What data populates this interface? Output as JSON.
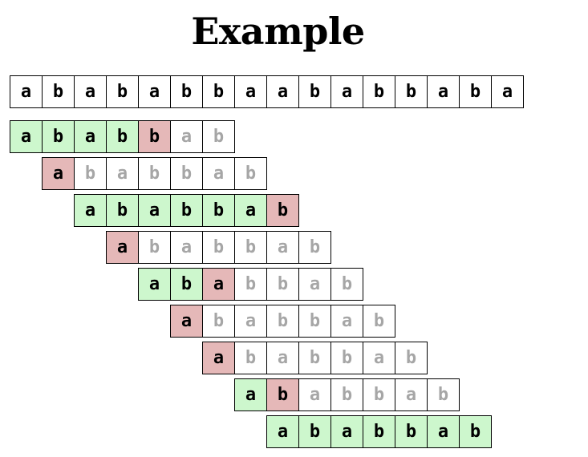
{
  "title": "Example",
  "text": [
    "a",
    "b",
    "a",
    "b",
    "a",
    "b",
    "b",
    "a",
    "a",
    "b",
    "a",
    "b",
    "b",
    "a",
    "b",
    "a"
  ],
  "pattern": [
    "a",
    "b",
    "a",
    "b",
    "b",
    "a",
    "b"
  ],
  "colors": {
    "match": "#cdf7cd",
    "mismatch": "#e5b8b8",
    "unused_text": "#a6a6a6"
  },
  "attempts": [
    {
      "shift": 0,
      "matched": 4,
      "mismatch": true
    },
    {
      "shift": 1,
      "matched": 0,
      "mismatch": true
    },
    {
      "shift": 2,
      "matched": 6,
      "mismatch": true
    },
    {
      "shift": 3,
      "matched": 0,
      "mismatch": true
    },
    {
      "shift": 4,
      "matched": 2,
      "mismatch": true
    },
    {
      "shift": 5,
      "matched": 0,
      "mismatch": true
    },
    {
      "shift": 6,
      "matched": 0,
      "mismatch": true
    },
    {
      "shift": 7,
      "matched": 1,
      "mismatch": true
    },
    {
      "shift": 8,
      "matched": 7,
      "mismatch": false
    }
  ]
}
